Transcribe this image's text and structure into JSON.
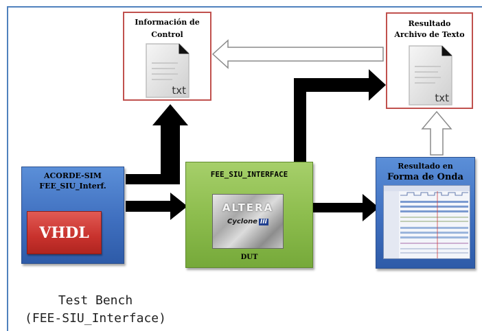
{
  "control_doc": {
    "title_line1": "Información de",
    "title_line2": "Control",
    "icon_label": "txt"
  },
  "result_doc": {
    "title_line1": "Resultado",
    "title_line2": "Archivo de Texto",
    "icon_label": "txt"
  },
  "acorde": {
    "title_line1": "ACORDE-SIM",
    "title_line2": "FEE_SIU_Interf.",
    "vhdl_label": "VHDL"
  },
  "fee": {
    "title": "FEE_SIU_INTERFACE",
    "chip_brand": "ALTERA",
    "chip_family": "Cyclone",
    "chip_family_suffix": "III",
    "dut_label": "DUT"
  },
  "waveform": {
    "title_line1": "Resultado en",
    "title_line2": "Forma de Onda"
  },
  "test_bench": {
    "line1": "Test Bench",
    "line2": "(FEE-SIU_Interface)"
  },
  "colors": {
    "frame": "#4f81bd",
    "doc_border": "#c0504d",
    "blue_box": "#3f6fbf",
    "green_box": "#8dbd4e",
    "vhdl_box": "#c8322d",
    "arrow": "#000000"
  }
}
